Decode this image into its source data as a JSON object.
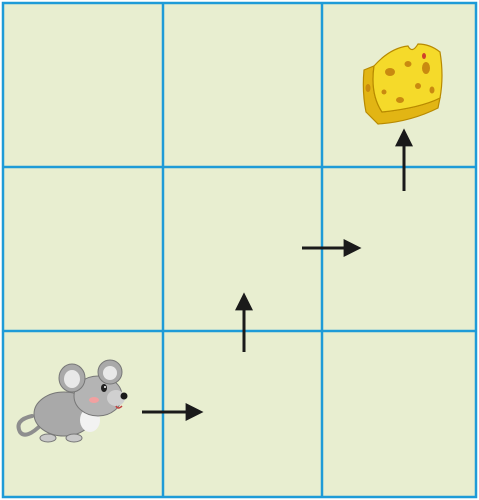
{
  "puzzle": {
    "grid": {
      "rows": 3,
      "cols": 3
    },
    "colors": {
      "board_fill": "#E8EED0",
      "grid_line": "#1E9BD7",
      "arrow": "#1A1A1A",
      "mouse_body": "#A9A9A9",
      "cheese": "#F5DA2A"
    },
    "pieces": [
      {
        "name": "mouse",
        "icon": "mouse-icon",
        "row": 3,
        "col": 1
      },
      {
        "name": "cheese",
        "icon": "cheese-icon",
        "row": 1,
        "col": 3
      }
    ],
    "moves": [
      {
        "direction": "right",
        "cell": [
          3,
          2
        ]
      },
      {
        "direction": "up",
        "cell": [
          2,
          2
        ]
      },
      {
        "direction": "right",
        "cell": [
          2,
          3
        ]
      },
      {
        "direction": "up",
        "cell": [
          1,
          3
        ]
      }
    ]
  }
}
